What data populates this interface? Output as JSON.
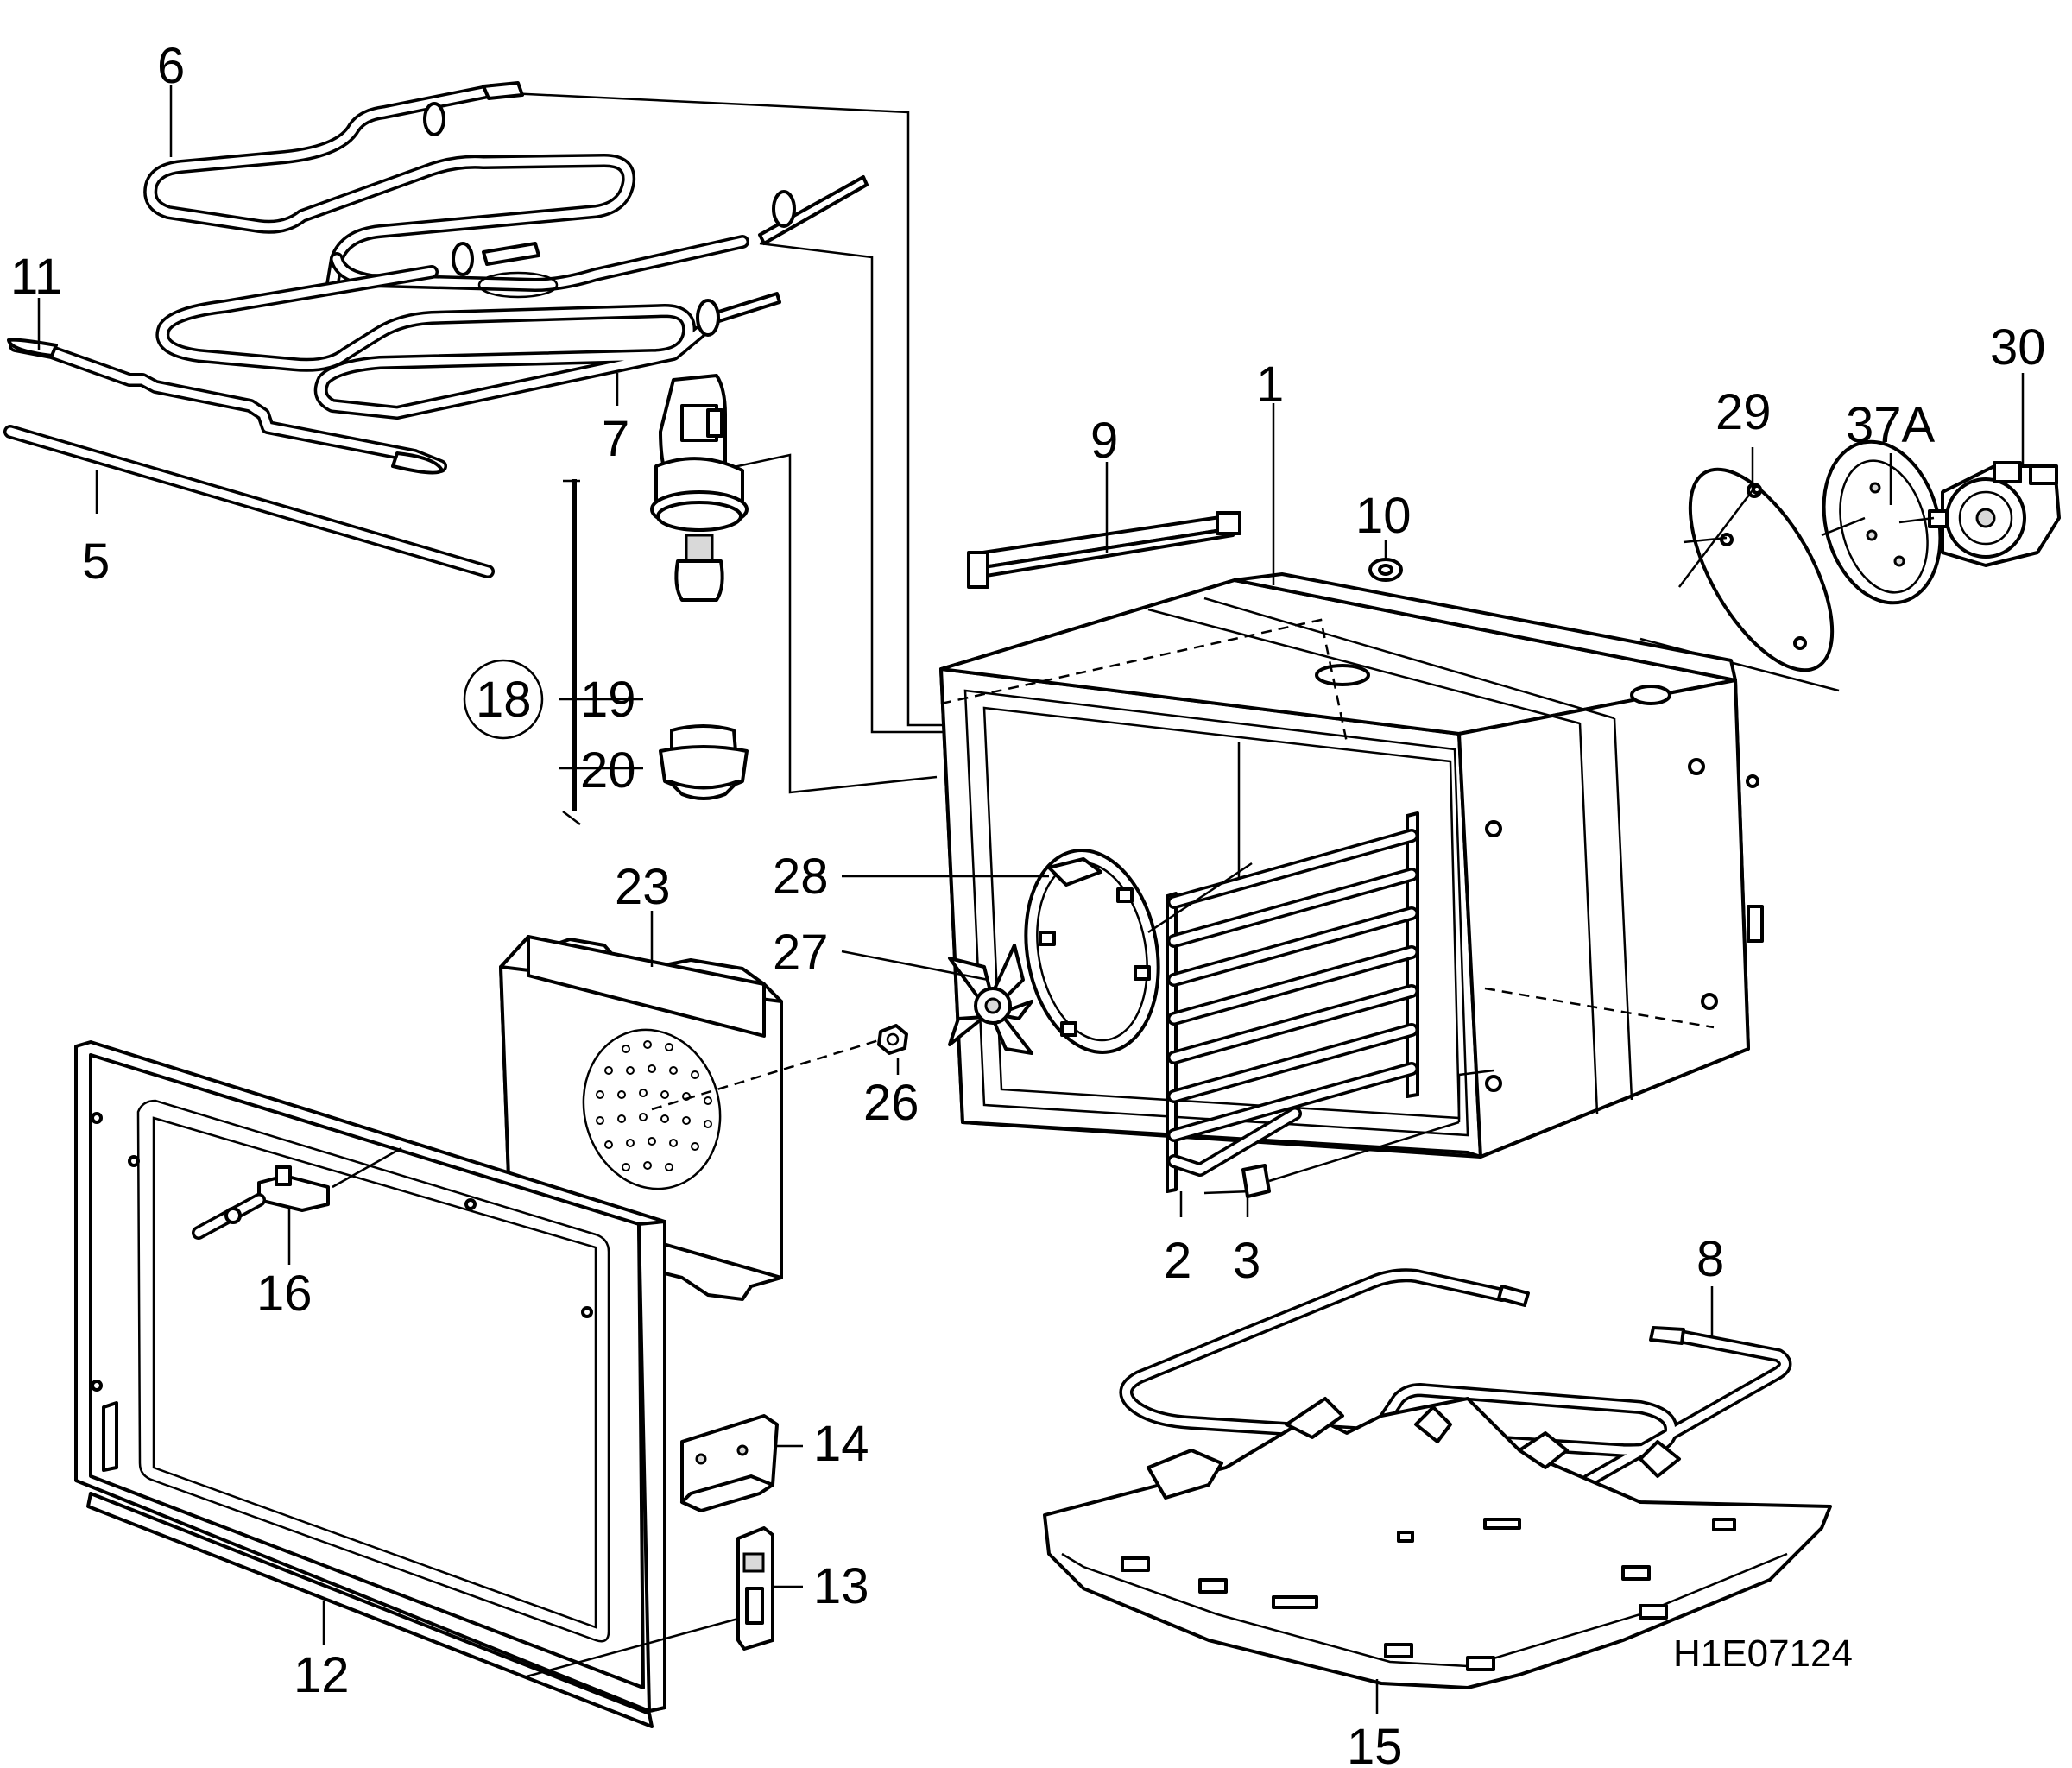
{
  "diagram": {
    "reference_code": "H1E07124",
    "callouts": [
      {
        "id": "label-1",
        "text": "1"
      },
      {
        "id": "label-2",
        "text": "2"
      },
      {
        "id": "label-3",
        "text": "3"
      },
      {
        "id": "label-5",
        "text": "5"
      },
      {
        "id": "label-6",
        "text": "6"
      },
      {
        "id": "label-7",
        "text": "7"
      },
      {
        "id": "label-8",
        "text": "8"
      },
      {
        "id": "label-9",
        "text": "9"
      },
      {
        "id": "label-10",
        "text": "10"
      },
      {
        "id": "label-11",
        "text": "11"
      },
      {
        "id": "label-12",
        "text": "12"
      },
      {
        "id": "label-13",
        "text": "13"
      },
      {
        "id": "label-14",
        "text": "14"
      },
      {
        "id": "label-15",
        "text": "15"
      },
      {
        "id": "label-16",
        "text": "16"
      },
      {
        "id": "label-18",
        "text": "18"
      },
      {
        "id": "label-19",
        "text": "19"
      },
      {
        "id": "label-20",
        "text": "20"
      },
      {
        "id": "label-23",
        "text": "23"
      },
      {
        "id": "label-26",
        "text": "26"
      },
      {
        "id": "label-27",
        "text": "27"
      },
      {
        "id": "label-28",
        "text": "28"
      },
      {
        "id": "label-29",
        "text": "29"
      },
      {
        "id": "label-30",
        "text": "30"
      },
      {
        "id": "label-37a",
        "text": "37A"
      }
    ]
  }
}
